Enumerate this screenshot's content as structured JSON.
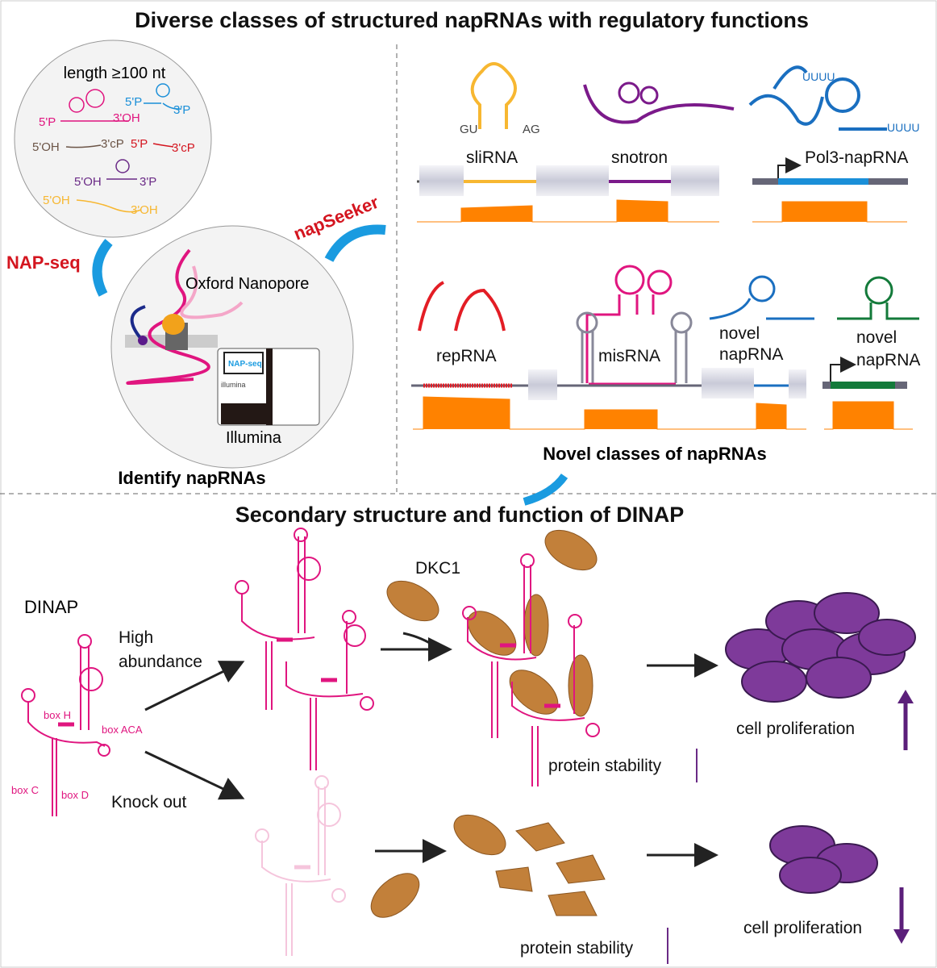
{
  "top_title": "Diverse classes of structured napRNAs with regulatory functions",
  "bottom_title": "Secondary structure and function of DINAP",
  "ends_circle": {
    "length_label": "length ≥100 nt",
    "pink": [
      "5'P",
      "3'OH"
    ],
    "blue": [
      "5'P",
      "3'P"
    ],
    "brown": [
      "5'OH",
      "3'cP"
    ],
    "red": [
      "5'P",
      "3'cP"
    ],
    "purple": [
      "5'OH",
      "3'P"
    ],
    "yellow": [
      "5'OH",
      "3'OH"
    ]
  },
  "method": {
    "napseq": "NAP-seq",
    "napseeker": "napSeeker",
    "nanopore": "Oxford Nanopore",
    "screen_label": "NAP-seq",
    "machine_brand": "illumina",
    "illumina": "Illumina",
    "caption": "Identify napRNAs"
  },
  "classes_top": {
    "gu": "GU",
    "ag": "AG",
    "slirna": "sliRNA",
    "snotron": "snotron",
    "uuuu1": "UUUU",
    "uuuu2": "UUUU",
    "pol3": "Pol3-napRNA"
  },
  "classes_bottom": {
    "reprna": "repRNA",
    "misrna": "misRNA",
    "novel1": [
      "novel",
      "napRNA"
    ],
    "novel2": [
      "novel",
      "napRNA"
    ],
    "caption": "Novel classes of napRNAs"
  },
  "dinap": {
    "name": "DINAP",
    "box_h": "box H",
    "box_aca": "box ACA",
    "box_c": "box C",
    "box_d": "box D",
    "high": [
      "High",
      "abundance"
    ],
    "knockout": "Knock out",
    "dkc1": "DKC1",
    "stability_up": "protein stability",
    "prolif_up": "cell proliferation",
    "stability_down": "protein stability",
    "prolif_down": "cell proliferation"
  },
  "colors": {
    "pink": "#e0157f",
    "orange": "#ff8200",
    "blue": "#1a8fd8",
    "red": "#d4151f",
    "purple": "#6a2a86",
    "brown": "#c07a35"
  }
}
